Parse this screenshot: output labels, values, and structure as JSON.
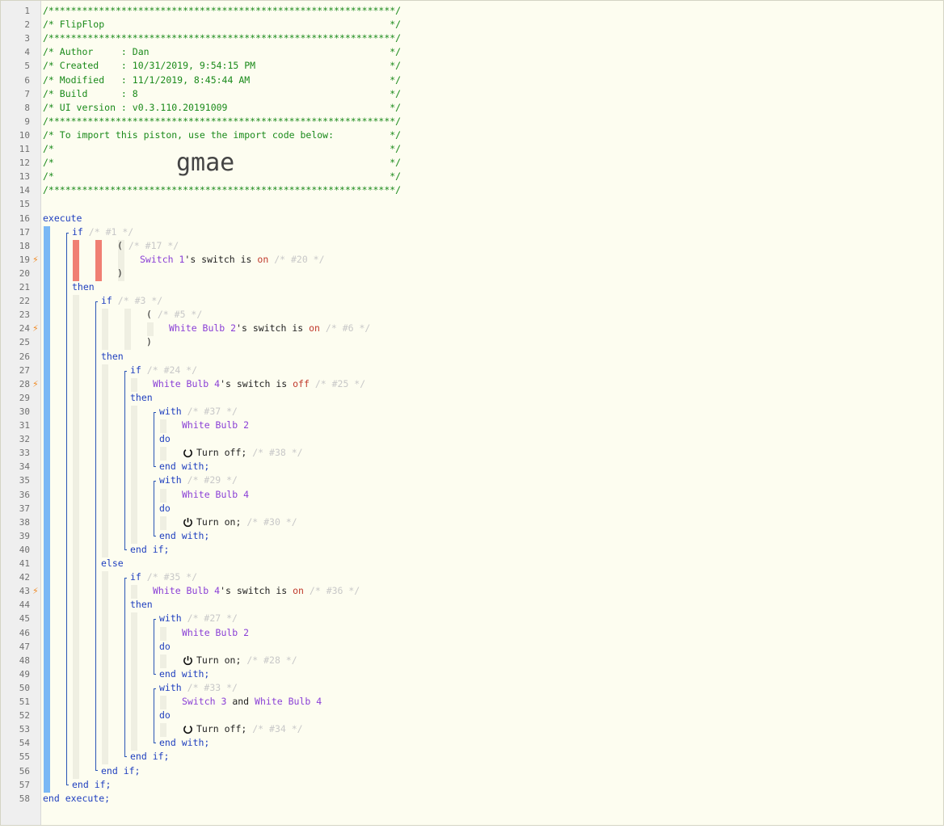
{
  "header_comment": [
    "/**************************************************************/",
    "/* FlipFlop                                                   */",
    "/**************************************************************/",
    "/* Author     : Dan                                           */",
    "/* Created    : 10/31/2019, 9:54:15 PM                        */",
    "/* Modified   : 11/1/2019, 8:45:44 AM                         */",
    "/* Build      : 8                                             */",
    "/* UI version : v0.3.110.20191009                             */",
    "/**************************************************************/",
    "/* To import this piston, use the import code below:          */",
    "/*                                                            */",
    "/*                                                            */",
    "/*                                                            */",
    "/**************************************************************/"
  ],
  "import_code": "gmae",
  "line_numbers": [
    "1",
    "2",
    "3",
    "4",
    "5",
    "6",
    "7",
    "8",
    "9",
    "10",
    "11",
    "12",
    "13",
    "14",
    "15",
    "16",
    "17",
    "18",
    "19",
    "20",
    "21",
    "22",
    "23",
    "24",
    "25",
    "26",
    "27",
    "28",
    "29",
    "30",
    "31",
    "32",
    "33",
    "34",
    "35",
    "36",
    "37",
    "38",
    "39",
    "40",
    "41",
    "42",
    "43",
    "44",
    "45",
    "46",
    "47",
    "48",
    "49",
    "50",
    "51",
    "52",
    "53",
    "54",
    "55",
    "56",
    "57",
    "58"
  ],
  "trigger_icon": "lightning-bolt-icon",
  "code": {
    "execute": "execute",
    "if": "if",
    "then": "then",
    "else": "else",
    "do": "do",
    "with": "with",
    "open_paren": "(",
    "close_paren": ")",
    "end_if": "end if;",
    "end_with": "end with;",
    "end_execute": "end execute;",
    "s_switch_is": "'s switch is",
    "and": "and",
    "turn_off": "Turn off;",
    "turn_on": "Turn on;",
    "on": "on",
    "off": "off",
    "c1": "/* #1 */",
    "c17": "/* #17 */",
    "c20": "/* #20 */",
    "c3": "/* #3 */",
    "c5": "/* #5 */",
    "c6": "/* #6 */",
    "c24": "/* #24 */",
    "c25": "/* #25 */",
    "c37": "/* #37 */",
    "c38": "/* #38 */",
    "c29": "/* #29 */",
    "c30": "/* #30 */",
    "c35": "/* #35 */",
    "c36": "/* #36 */",
    "c27": "/* #27 */",
    "c28": "/* #28 */",
    "c33": "/* #33 */",
    "c34": "/* #34 */",
    "switch1": "Switch 1",
    "switch3": "Switch 3",
    "bulb2": "White Bulb 2",
    "bulb4": "White Bulb 4"
  },
  "colors": {
    "background": "#fdfdf0",
    "comment": "#1a8a1a",
    "keyword": "#1f3fbf",
    "device": "#8a3fd6",
    "value": "#c0392b",
    "bolt": "#f08a24"
  }
}
